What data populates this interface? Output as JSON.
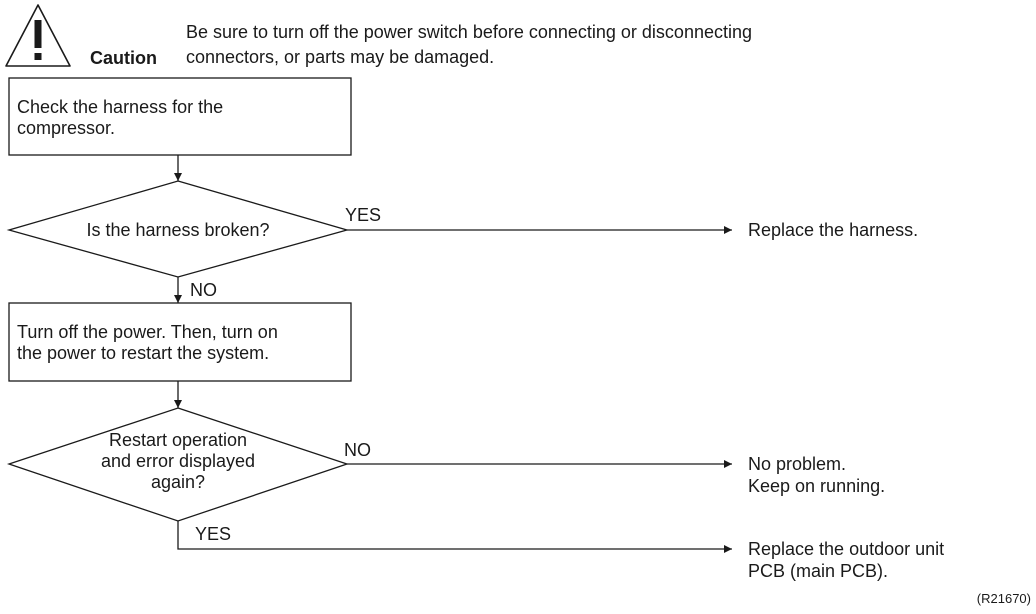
{
  "caution": {
    "label": "Caution",
    "message_lines": [
      "Be sure to turn off the power switch before connecting or disconnecting",
      "connectors, or parts may be damaged."
    ]
  },
  "steps": {
    "check_harness": {
      "lines": [
        "Check the harness for the",
        "compressor."
      ]
    },
    "harness_broken": {
      "lines": [
        "Is the harness broken?"
      ]
    },
    "harness_broken_yes": "YES",
    "harness_broken_no": "NO",
    "replace_harness": "Replace the harness.",
    "power_cycle": {
      "lines": [
        "Turn off the power. Then, turn on",
        "the power to restart the system."
      ]
    },
    "restart_error": {
      "lines": [
        "Restart operation",
        "and error displayed",
        "again?"
      ]
    },
    "restart_error_no": "NO",
    "restart_error_yes": "YES",
    "no_problem": {
      "lines": [
        "No problem.",
        "Keep on running."
      ]
    },
    "replace_pcb": {
      "lines": [
        "Replace the outdoor unit",
        "PCB (main PCB)."
      ]
    }
  },
  "figure_ref": "(R21670)"
}
